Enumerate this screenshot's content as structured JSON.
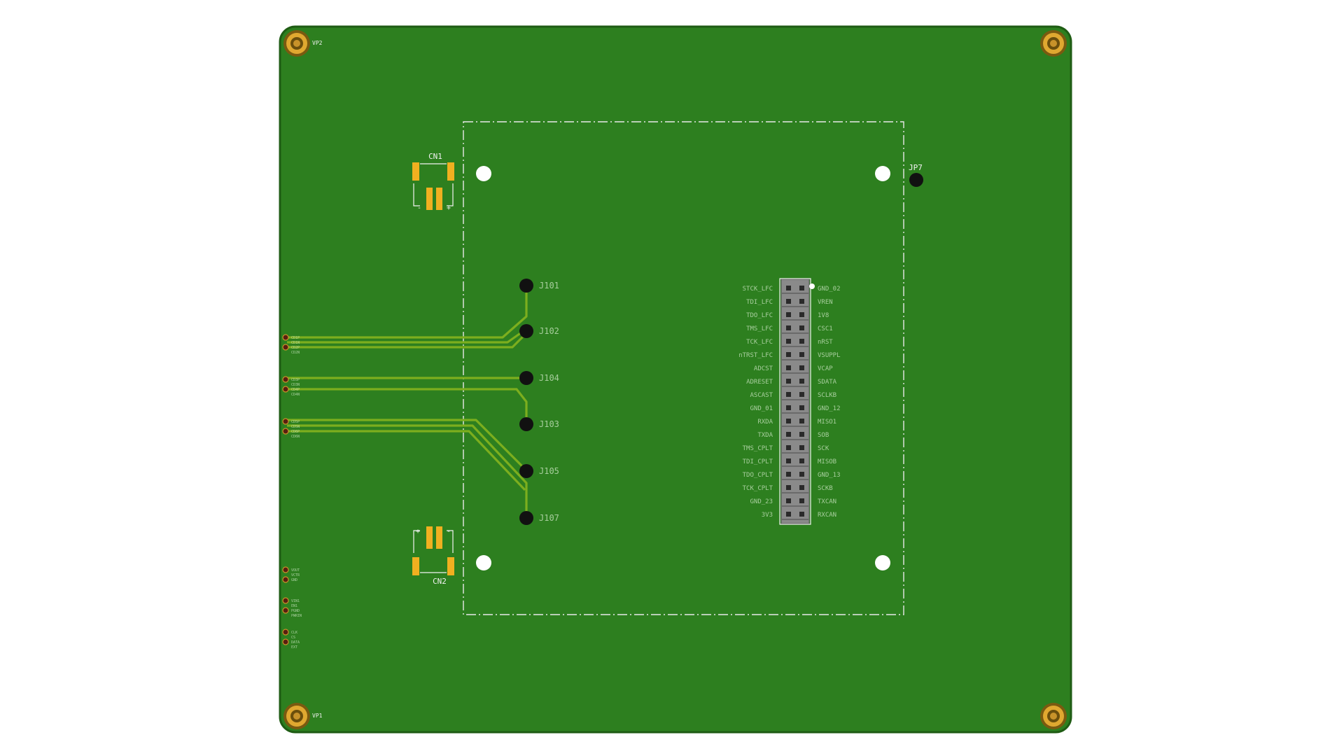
{
  "board": {
    "mounting_holes": [
      {
        "ref": "VP2"
      },
      {
        "ref": ""
      },
      {
        "ref": "VP1"
      },
      {
        "ref": ""
      }
    ],
    "cn1": {
      "ref": "CN1",
      "minus": "-",
      "plus": "+"
    },
    "cn2": {
      "ref": "CN2",
      "minus": "-",
      "plus": "+"
    },
    "jp7": {
      "ref": "JP7"
    },
    "test_points": [
      "J101",
      "J102",
      "J104",
      "J103",
      "J105",
      "J107"
    ],
    "header": {
      "left_labels": [
        "STCK_LFC",
        "TDI_LFC",
        "TDO_LFC",
        "TMS_LFC",
        "TCK_LFC",
        "nTRST_LFC",
        "ADCST",
        "ADRESET",
        "ASCAST",
        "GND_01",
        "RXDA",
        "TXDA",
        "TMS_CPLT",
        "TDI_CPLT",
        "TDO_CPLT",
        "TCK_CPLT",
        "GND_23",
        "3V3"
      ],
      "right_labels": [
        "GND_02",
        "VREN",
        "1V8",
        "CSC1",
        "nRST",
        "VSUPPL",
        "VCAP",
        "SDATA",
        "SCLKB",
        "GND_12",
        "MISO1",
        "SOB",
        "SCK",
        "MISOB",
        "GND_13",
        "SCKB",
        "TXCAN",
        "RXCAN"
      ]
    },
    "edge_pad_groups": [
      {
        "labels": [
          "CD1P",
          "CD1N",
          "CD2P",
          "CD2N"
        ]
      },
      {
        "labels": [
          "CD3P",
          "CD3N",
          "CD4P",
          "CD4N"
        ]
      },
      {
        "labels": [
          "CD5P",
          "CD5N",
          "CD6P",
          "CD6N"
        ]
      },
      {
        "labels": [
          "VOUT",
          "VCTR",
          "GND"
        ]
      },
      {
        "labels": [
          "VIN1",
          "EN1",
          "PGND",
          "PWRIN"
        ]
      },
      {
        "labels": [
          "CLK",
          "CS",
          "DATA",
          "EXT"
        ]
      }
    ],
    "colors": {
      "pcb": "#2d7f1f",
      "pcb_edge": "#1f5c14",
      "copper_trace": "#7cae1e",
      "pad_gold": "#f0b020",
      "silkscreen": "#f2f2f2",
      "header_body": "#8a8a8a",
      "background": "#ffffff"
    }
  }
}
